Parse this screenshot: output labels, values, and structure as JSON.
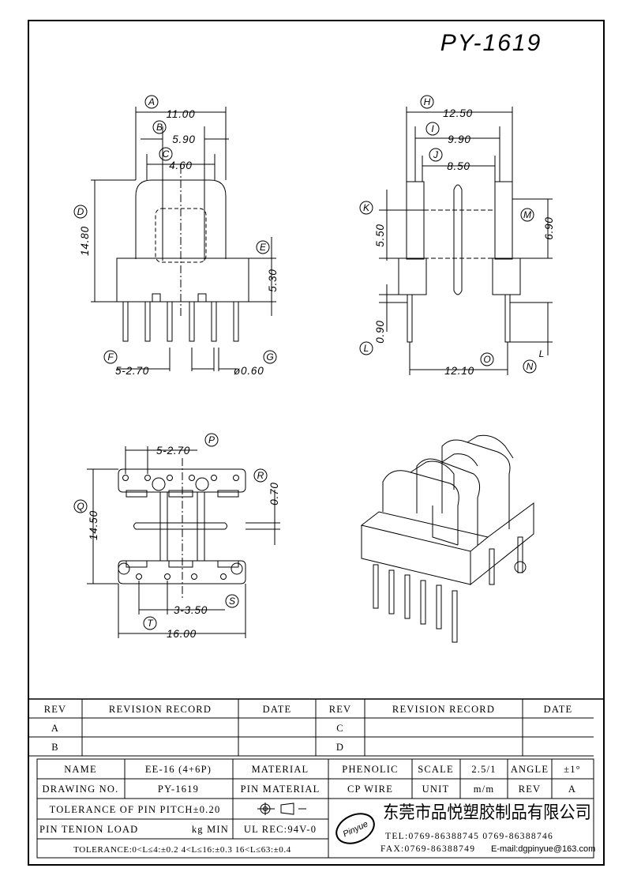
{
  "title": "PY-1619",
  "dims": {
    "front": [
      "11.00",
      "5.90",
      "4.60",
      "14.80",
      "5.30",
      "5-2.70",
      "ø0.60"
    ],
    "side": [
      "12.50",
      "9.90",
      "8.50",
      "5.50",
      "6.90",
      "0.90",
      "12.10"
    ],
    "bottom": [
      "5-2.70",
      "0.70",
      "14.50",
      "3-3.50",
      "16.00"
    ]
  },
  "labels": {
    "A": "A",
    "B": "B",
    "C": "C",
    "D": "D",
    "E": "E",
    "F": "F",
    "G": "G",
    "H": "H",
    "I": "I",
    "J": "J",
    "K": "K",
    "L": "L",
    "M": "M",
    "N": "N",
    "O": "O",
    "P": "P",
    "Q": "Q",
    "R": "R",
    "S": "S",
    "T": "T",
    "L2": "L"
  },
  "revision": {
    "rev": "REV",
    "record": "REVISION RECORD",
    "date": "DATE",
    "rows_left": [
      "A",
      "B"
    ],
    "rows_right": [
      "C",
      "D"
    ]
  },
  "spec": {
    "name_label": "NAME",
    "name_value": "EE-16 (4+6P)",
    "material_label": "MATERIAL",
    "material_value": "PHENOLIC",
    "scale_label": "SCALE",
    "scale_value": "2.5/1",
    "angle_label": "ANGLE",
    "angle_value": "±1°",
    "drawing_label": "DRAWING NO.",
    "drawing_value": "PY-1619",
    "pin_material_label": "PIN MATERIAL",
    "pin_material_value": "CP WIRE",
    "unit_label": "UNIT",
    "unit_value": "m/m",
    "rev_label": "REV",
    "rev_value": "A",
    "tol_pitch": "TOLERANCE OF PIN PITCH±0.20",
    "pin_tension": "PIN TENION LOAD",
    "pin_tension_unit": "kg MIN",
    "ul": "UL REC:94V-0",
    "tolerance": "TOLERANCE:0<L≤4:±0.2  4<L≤16:±0.3  16<L≤63:±0.4"
  },
  "company": {
    "logo": "Pinyue",
    "name": "东莞市品悦塑胶制品有限公司",
    "tel": "TEL:0769-86388745   0769-86388746",
    "fax": "FAX:0769-86388749",
    "email": "E-mail:dgpinyue@163.com"
  }
}
